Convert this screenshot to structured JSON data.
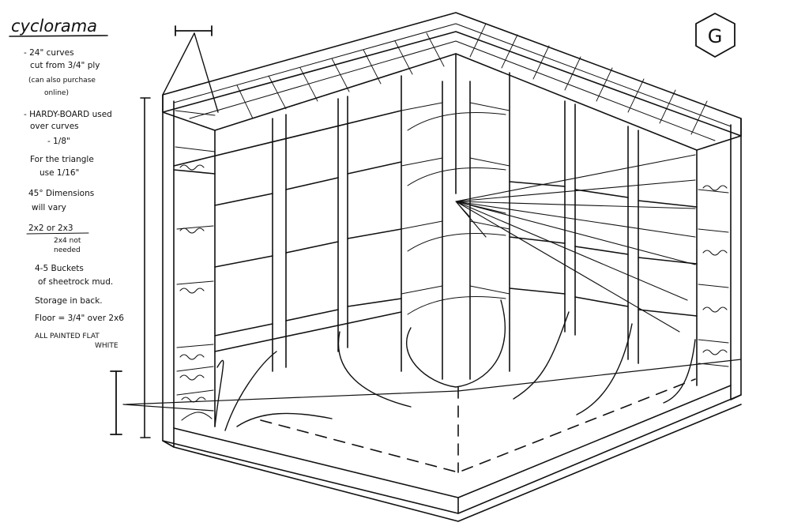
{
  "sheet": {
    "title": "cyclorama",
    "page_letter": "G"
  },
  "notes": [
    {
      "lines": [
        "- 24\" curves",
        "cut from 3/4\" ply",
        "(can also purchase",
        "online)"
      ]
    },
    {
      "lines": [
        "- HARDY-BOARD used",
        "over curves",
        "- 1/8\""
      ]
    },
    {
      "lines": [
        "For the triangle",
        "use 1/16\""
      ]
    },
    {
      "lines": [
        "45° Dimensions",
        "will vary"
      ]
    },
    {
      "lines": [
        "2x2 or 2x3",
        "2x4 not",
        "needed"
      ]
    },
    {
      "lines": [
        "4-5 Buckets",
        "of sheetrock mud."
      ]
    },
    {
      "lines": [
        "Storage in back."
      ]
    },
    {
      "lines": [
        "Floor = 3/4\" over 2x6"
      ]
    },
    {
      "lines": [
        "ALL PAINTED FLAT",
        "WHITE"
      ]
    }
  ],
  "colors": {
    "ink": "#111111",
    "paper": "#ffffff"
  }
}
